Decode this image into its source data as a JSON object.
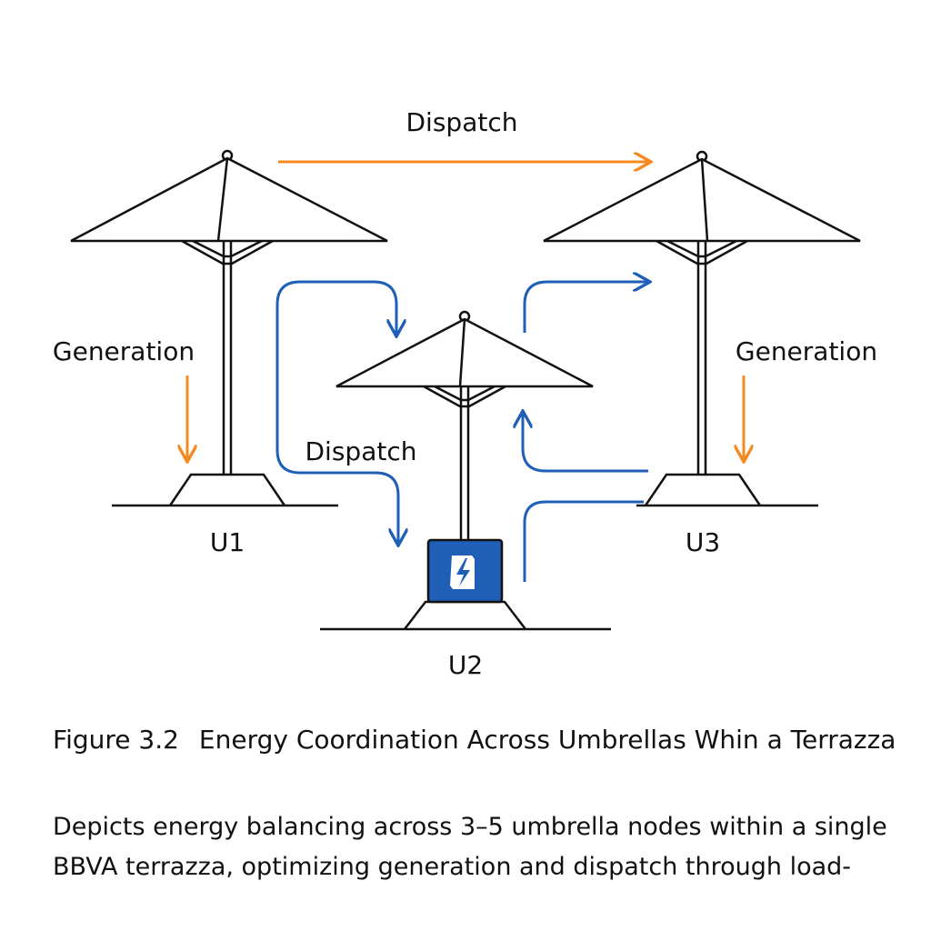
{
  "diagram": {
    "nodes": [
      {
        "id": "U1",
        "label": "U1"
      },
      {
        "id": "U2",
        "label": "U2",
        "icon": "battery-bolt-icon"
      },
      {
        "id": "U3",
        "label": "U3"
      }
    ],
    "flows": [
      {
        "from": "U1",
        "to": "U3",
        "label": "Dispatch",
        "color": "#F5891F"
      },
      {
        "node": "U1",
        "label": "Generation",
        "color": "#F5891F"
      },
      {
        "node": "U3",
        "label": "Generation",
        "color": "#F5891F"
      },
      {
        "from": "U1",
        "to": "U2",
        "label": "Dispatch",
        "color": "#1F5FB8"
      },
      {
        "from": "U2",
        "to": "U3",
        "label": "",
        "color": "#1F5FB8"
      }
    ],
    "colors": {
      "generation": "#F5891F",
      "dispatch": "#1F5FB8",
      "battery": "#1F5FB8",
      "line": "#111111"
    }
  },
  "caption": {
    "figure_number": "Figure 3.2",
    "title": "Energy Coordination Across Umbrellas Whin a Terrazza",
    "description": "Depicts energy balancing across 3–5 umbrella nodes within a single BBVA terrazza, optimizing generation and dispatch through load-"
  }
}
